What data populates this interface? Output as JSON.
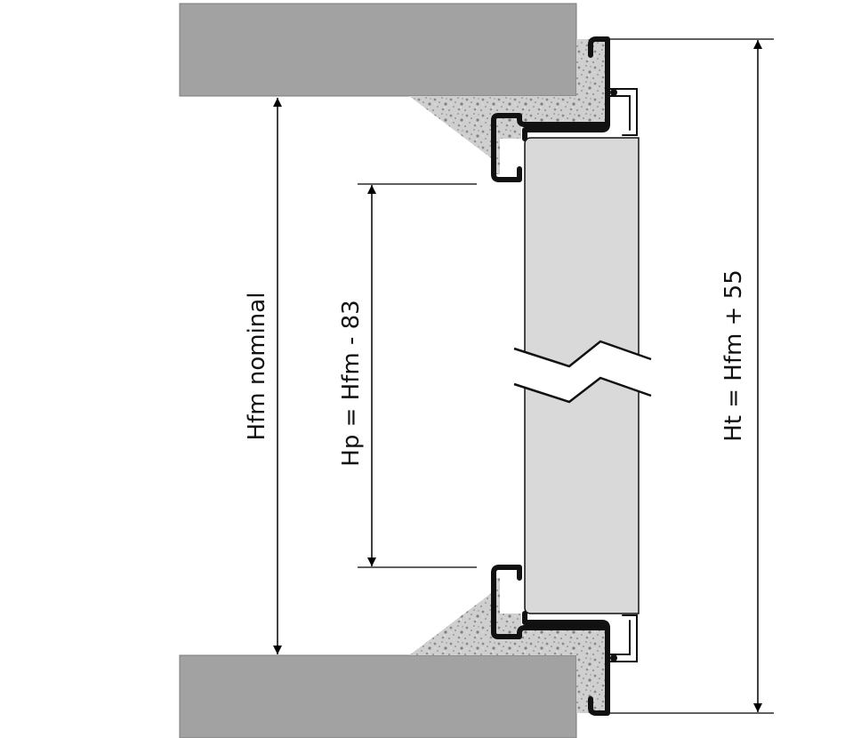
{
  "diagram": {
    "labels": {
      "nominal": "Hfm nominal",
      "panel": "Hp = Hfm - 83",
      "total": "Ht = Hfm + 55"
    },
    "colors": {
      "wall": "#a2a2a2",
      "wall_edge": "#7a7a7a",
      "panel": "#d9d9d9",
      "mortar": "#c9c9c9",
      "line": "#000000",
      "profile": "#111111"
    }
  }
}
